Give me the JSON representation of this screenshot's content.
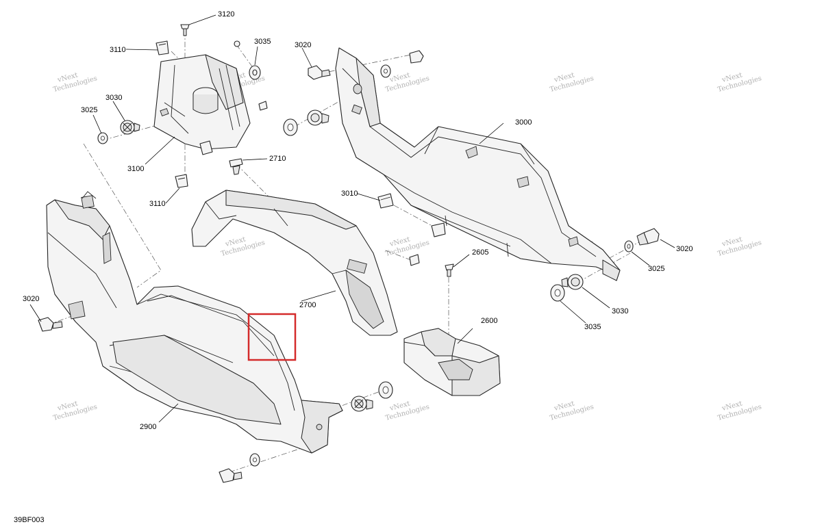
{
  "diagram": {
    "reference_code": "39BF003",
    "watermark": [
      "vNext",
      "Technologies"
    ],
    "highlight_color": "#d42a2a",
    "callouts": {
      "c3120": "3120",
      "c3110a": "3110",
      "c3035a": "3035",
      "c3020a": "3020",
      "c3025a": "3025",
      "c3030a": "3030",
      "c3100": "3100",
      "c2710": "2710",
      "c3110b": "3110",
      "c3000": "3000",
      "c3010": "3010",
      "c3020b": "3020",
      "c3025b": "3025",
      "c3030b": "3030",
      "c3035b": "3035",
      "c2605": "2605",
      "c2700": "2700",
      "c2600": "2600",
      "c3020c": "3020",
      "c2900": "2900"
    }
  }
}
